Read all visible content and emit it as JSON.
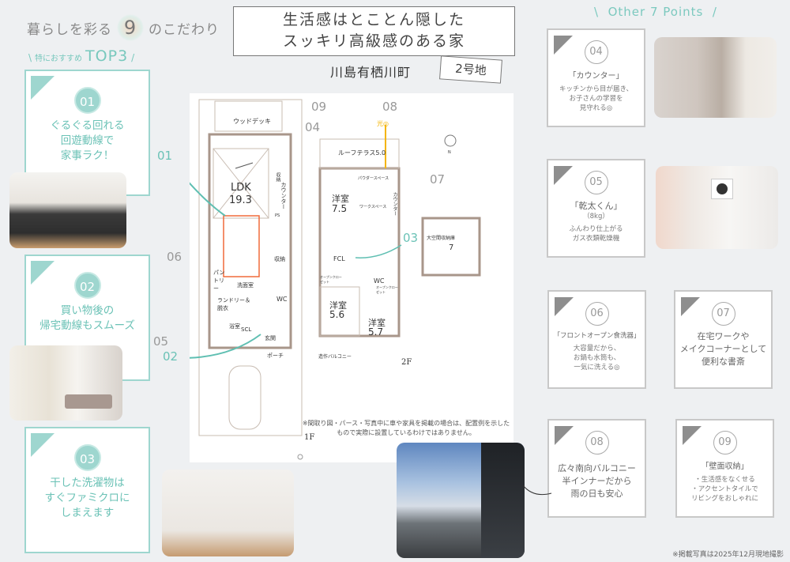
{
  "header": {
    "prefix": "暮らしを彩る",
    "number": "9",
    "suffix": "のこだわり"
  },
  "top3": {
    "prefix": "特におすすめ",
    "label": "TOP3",
    "cards": [
      {
        "num": "01",
        "text": "ぐるぐる回れる\n回遊動線で\n家事ラク！"
      },
      {
        "num": "02",
        "text": "買い物後の\n帰宅動線もスムーズ"
      },
      {
        "num": "03",
        "text": "干した洗濯物は\nすぐファミクロに\nしまえます"
      }
    ]
  },
  "title": {
    "line1": "生活感はとことん隠した",
    "line2": "スッキリ高級感のある家",
    "area": "川島有栖川町",
    "lot": "2号地"
  },
  "other": {
    "label": "Other 7 Points",
    "cards": [
      {
        "num": "04",
        "title": "「カウンター」",
        "desc": "キッチンから目が届き、\nお子さんの学習を\n見守れる◎"
      },
      {
        "num": "05",
        "title": "「乾太くん」",
        "sub": "（8kg）",
        "desc": "ふんわり仕上がる\nガス衣類乾燥機"
      },
      {
        "num": "06",
        "title": "「フロントオープン食洗器」",
        "desc": "大容量だから、\nお鍋も水筒も、\n一気に洗える◎"
      },
      {
        "num": "07",
        "text": "在宅ワークや\nメイクコーナーとして\n便利な書斎"
      },
      {
        "num": "08",
        "text": "広々南向バルコニー\n半インナーだから\n雨の日も安心"
      },
      {
        "num": "09",
        "title": "「壁面収納」",
        "desc": "・生活感をなくせる\n・アクセントタイルで\nリビングをおしゃれに"
      }
    ]
  },
  "floorplan": {
    "rooms_1f": {
      "deck": "ウッドデッキ",
      "ldk": "LDK",
      "ldk_size": "19.3",
      "storage1": "収納",
      "storage2": "収納",
      "counter": "カウンター",
      "ps": "PS",
      "pantry": "パントリー",
      "washroom": "洗面室",
      "laundry": "ランドリー＆脱衣",
      "wc": "WC",
      "bath": "浴室",
      "scl": "SCL",
      "entrance": "玄関",
      "porch": "ポーチ",
      "floor": "1F"
    },
    "rooms_2f": {
      "roof_terrace": "ルーフテラス5.0",
      "light": "光◎",
      "powder": "パウダースペース",
      "work": "ワークスペース",
      "counter": "カウンター",
      "room1": "洋室",
      "room1_size": "7.5",
      "fcl": "FCL",
      "open_closet1": "オープンクローゼット",
      "open_closet2": "オープンクローゼット",
      "wc": "WC",
      "room2": "洋室",
      "room2_size": "5.6",
      "room3": "洋室",
      "room3_size": "5.7",
      "balcony": "造作バルコニー",
      "floor": "2F"
    },
    "attic": {
      "name": "大空間収納庫",
      "size": "7"
    },
    "callouts": [
      "01",
      "02",
      "03",
      "04",
      "05",
      "06",
      "07",
      "08",
      "09"
    ],
    "compass": "N",
    "note": "※間取り図・パース・写真中に車や家具を掲載の場合は、配置例を示したもので実際に設置しているわけではありません。"
  },
  "footnote": "※掲載写真は2025年12月現地撮影",
  "colors": {
    "accent": "#7cc9bf",
    "card_border": "#9ed6cf",
    "gray_card": "#c8c8c8",
    "background": "#eef0f2"
  }
}
